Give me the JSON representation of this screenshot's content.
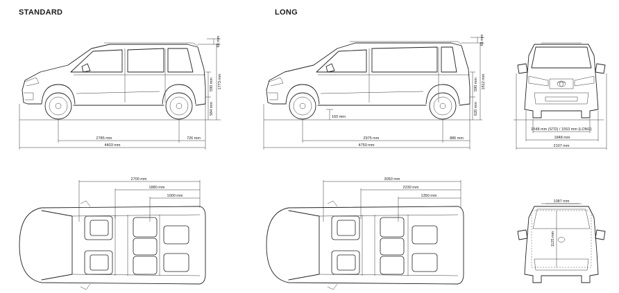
{
  "titles": {
    "standard": "STANDARD",
    "long": "LONG"
  },
  "standard": {
    "side": {
      "roof": "68 mm",
      "window": "590 mm",
      "height": "1773 mm",
      "sill": "584 mm",
      "wheelbase": "2785 mm",
      "rear_overhang": "726 mm",
      "length": "4403 mm"
    },
    "top": {
      "d1": "2700 mm",
      "d2": "1880 mm",
      "d3": "1000 mm"
    }
  },
  "long": {
    "side": {
      "roof": "68 mm",
      "window": "590 mm",
      "height": "1812 mm",
      "sill": "620 mm",
      "ground": "160 mm",
      "wheelbase": "2975 mm",
      "rear_overhang": "886 mm",
      "length": "4750 mm"
    },
    "top": {
      "d1": "3050 mm",
      "d2": "2230 mm",
      "d3": "1350 mm"
    }
  },
  "front": {
    "track": "1548 mm (STD) / 1553 mm (LONG)",
    "body_width": "1848 mm",
    "mirror_width": "2107 mm"
  },
  "rear": {
    "opening_width": "1087 mm",
    "opening_height": "1125 mm"
  },
  "icons": [
    "toyota-logo-icon"
  ]
}
